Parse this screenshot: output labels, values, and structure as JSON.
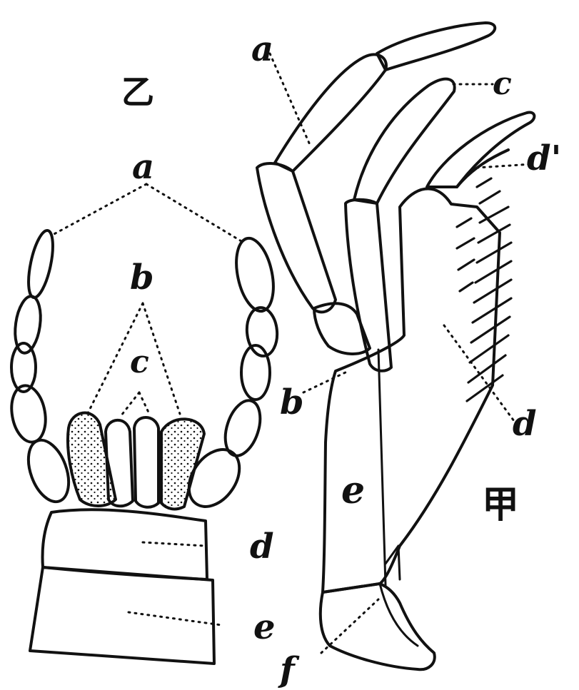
{
  "figure": {
    "left_title": "乙",
    "right_title": "甲",
    "left_labels": {
      "a": "a",
      "b": "b",
      "c": "c",
      "d": "d",
      "e": "e"
    },
    "right_labels": {
      "a": "a",
      "c": "c",
      "d_prime": "d'",
      "d": "d",
      "b": "b",
      "e": "e",
      "f": "f"
    }
  }
}
